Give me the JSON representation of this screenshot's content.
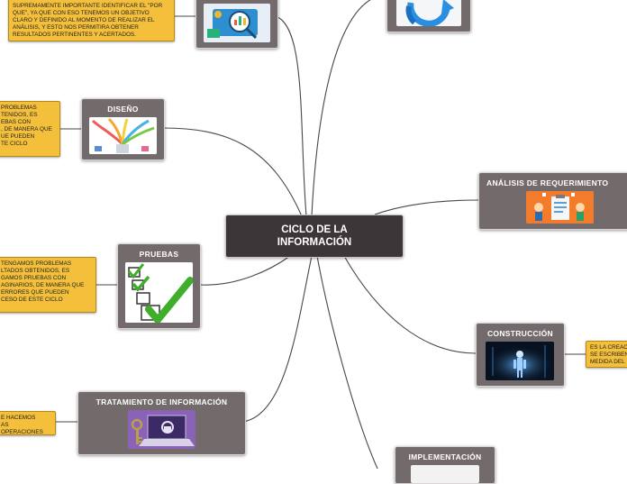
{
  "center": {
    "title": "CICLO DE LA\nINFORMACIÓN"
  },
  "nodes": {
    "top_left": {
      "icon": "magnifier-analytics-illustration"
    },
    "top_right": {
      "icon": "blue-refresh-arrows-icon"
    },
    "diseno": {
      "title": "DISEÑO",
      "icon": "paint-splash-illustration"
    },
    "pruebas": {
      "title": "PRUEBAS",
      "icon": "checklist-icon"
    },
    "tratamiento": {
      "title": "TRATAMIENTO DE INFORMACIÓN",
      "icon": "laptop-key-lock-illustration"
    },
    "analisis": {
      "title": "ANÁLISIS DE REQUERIMIENTO",
      "icon": "requirements-clipboard-illustration"
    },
    "construccion": {
      "title": "CONSTRUCCIÓN",
      "icon": "digital-figure-illustration"
    },
    "implementacion": {
      "title": "IMPLEMENTACIÓN"
    }
  },
  "notes": {
    "top_left": "SUPREMAMENTE IMPORTANTE IDENTIFICAR EL \"POR\nQUE\", YA QUE CON ESO TENEMOS UN OBJETIVO\nCLARO Y DEFINIDO AL MOMENTO DE REALIZAR EL\nANÁLISIS, Y ESTO NOS PERMITIRA OBTENER\nRESULTADOS PERTINENTES Y ACERTADOS.",
    "diseno": "PROBLEMAS\nTENIDOS, ES\nEBAS CON\n, DE MANERA QUE\nUE PUEDEN\nTE CICLO",
    "pruebas": "TENGAMOS PROBLEMAS\nLTADOS OBTENIDOS, ES\nGAMOS PRUEBAS CON\nAGINARIOS, DE MANERA QUE\nERRORES QUE PUEDEN\nCESO DE ESTE CICLO",
    "tratamiento": "E HACEMOS\nAS OPERACIONES\nS",
    "construccion": "ES LA CREAC\nSE ESCRIBEN\nMEDIDA DEL"
  },
  "colors": {
    "center_bg": "#3d3638",
    "node_bg": "#736a6b",
    "note_bg": "#f4c03b",
    "connector": "#4a4547"
  }
}
